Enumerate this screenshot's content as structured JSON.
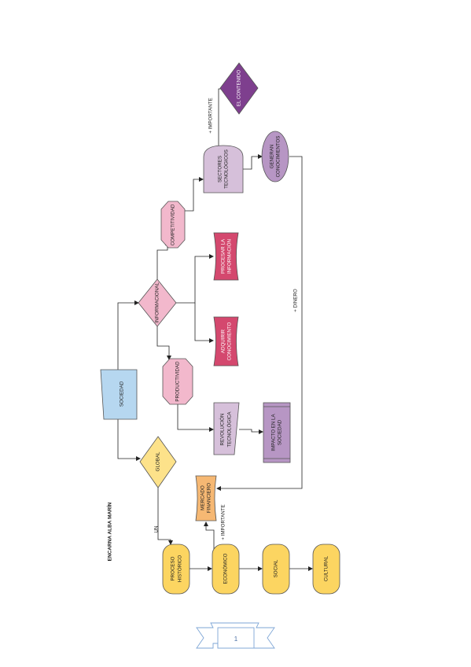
{
  "author": "ENCARNA ALBA MARÍN",
  "page_number": "1",
  "nodes": {
    "sociedad": "SOCIEDAD",
    "global": "GLOBAL",
    "productividad": "PRODUCTIVIDAD",
    "informacional": "INFORMACIONAL",
    "competitividad": "COMPETITIVIDAD",
    "sectores_l1": "SECTORES",
    "sectores_l2": "TECNOLÓGICOS",
    "el_contenido": "EL CONTENIDO",
    "generan_l1": "GENERAN",
    "generan_l2": "CONOCIMIENTOS",
    "procesar_l1": "PROCESAR LA",
    "procesar_l2": "INFORMACIÓN",
    "adquirir_l1": "ADQUIRIR",
    "adquirir_l2": "CONOCIMIENTO",
    "revolucion_l1": "REVOLUCIÓN",
    "revolucion_l2": "TECNOLÓGICA",
    "impacto_l1": "IMPACTO EN LA",
    "impacto_l2": "SOCIEDAD",
    "mercado_l1": "MERCADO",
    "mercado_l2": "FINANCIERO",
    "proceso_l1": "PROCESO",
    "proceso_l2": "HISTÓRICO",
    "economico": "ECONÓMICO",
    "social": "SOCIAL",
    "cultural": "CULTURAL"
  },
  "edge_labels": {
    "un": "UN",
    "importante_top": "+ IMPORTANTE",
    "importante_bottom": "+ IMPORTANTE",
    "dinero": "+ DINERO"
  },
  "colors": {
    "blue": "#b6d7f0",
    "yellow": "#fde28a",
    "light_pink": "#f2b8cc",
    "lavender": "#d6c0da",
    "purple": "#7e3f8e",
    "mauve": "#b796c4",
    "magenta": "#d4486e",
    "gold": "#fcd561",
    "orange": "#f6b873"
  }
}
